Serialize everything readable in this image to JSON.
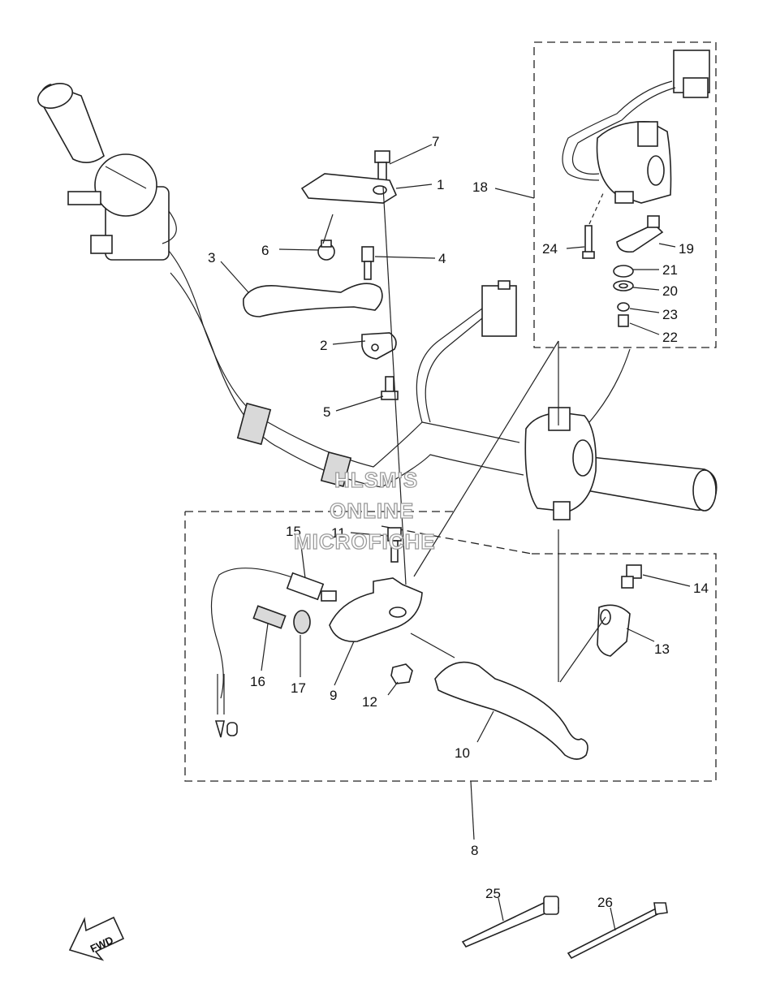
{
  "callouts": [
    {
      "id": "1",
      "text": "1"
    },
    {
      "id": "2",
      "text": "2"
    },
    {
      "id": "3",
      "text": "3"
    },
    {
      "id": "4",
      "text": "4"
    },
    {
      "id": "5",
      "text": "5"
    },
    {
      "id": "6",
      "text": "6"
    },
    {
      "id": "7",
      "text": "7"
    },
    {
      "id": "8",
      "text": "8"
    },
    {
      "id": "9",
      "text": "9"
    },
    {
      "id": "10",
      "text": "10"
    },
    {
      "id": "11",
      "text": "11"
    },
    {
      "id": "12",
      "text": "12"
    },
    {
      "id": "13",
      "text": "13"
    },
    {
      "id": "14",
      "text": "14"
    },
    {
      "id": "15",
      "text": "15"
    },
    {
      "id": "16",
      "text": "16"
    },
    {
      "id": "17",
      "text": "17"
    },
    {
      "id": "18",
      "text": "18"
    },
    {
      "id": "19",
      "text": "19"
    },
    {
      "id": "20",
      "text": "20"
    },
    {
      "id": "21",
      "text": "21"
    },
    {
      "id": "22",
      "text": "22"
    },
    {
      "id": "23",
      "text": "23"
    },
    {
      "id": "24",
      "text": "24"
    },
    {
      "id": "25",
      "text": "25"
    },
    {
      "id": "26",
      "text": "26"
    }
  ],
  "watermark": {
    "line1": "HLSM'S",
    "line2": "ONLINE",
    "line3": "MICROFICHE"
  },
  "direction_marker": {
    "text": "FWD"
  }
}
